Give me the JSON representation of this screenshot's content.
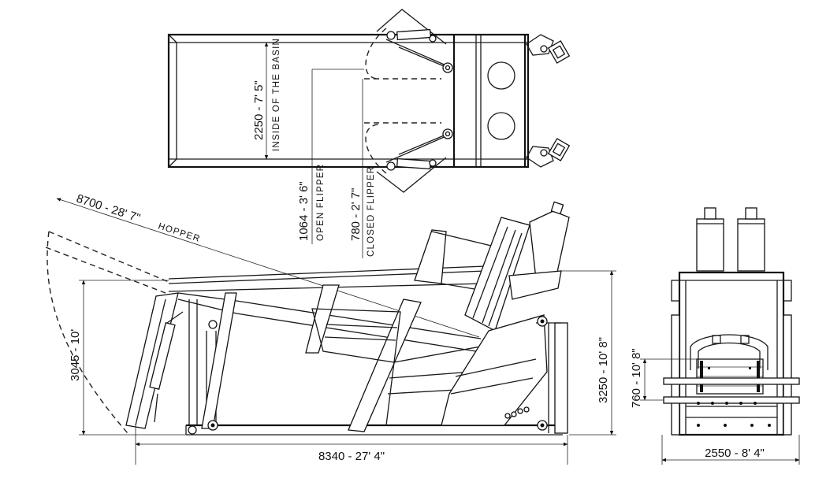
{
  "dimensions": {
    "overall_length": "8340 - 27' 4\"",
    "hopper_reach": "8700 - 28' 7\"",
    "hopper_label": "HOPPER",
    "side_height": "3045 - 10'",
    "total_height": "3250 - 10' 8\"",
    "basin_width": "2250 - 7' 5\"",
    "basin_label": "INSIDE OF THE BASIN",
    "open_flipper": "1064 - 3' 6\"",
    "open_flipper_label": "OPEN FLIPPER",
    "closed_flipper": "780 - 2' 7\"",
    "closed_flipper_label": "CLOSED FLIPPER",
    "end_width": "2550 - 8' 4\"",
    "end_inner_height": "760 - 10' 8\""
  },
  "views": [
    "top-view",
    "side-view",
    "end-view"
  ]
}
